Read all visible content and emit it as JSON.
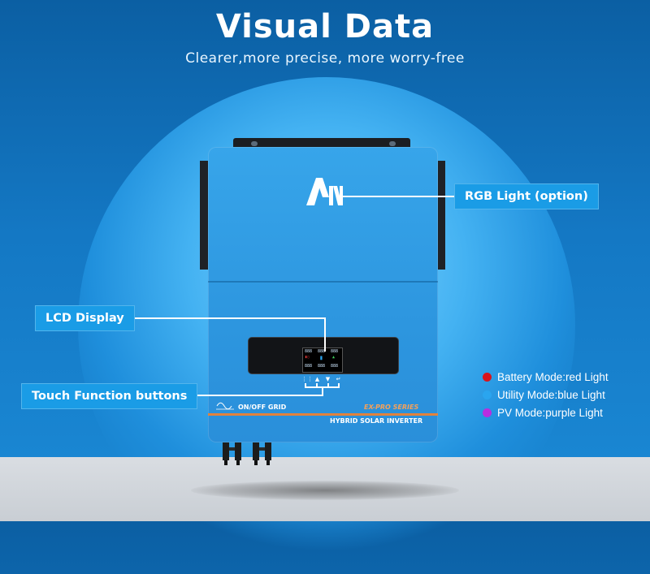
{
  "header": {
    "title": "Visual Data",
    "subtitle": "Clearer,more precise, more worry-free"
  },
  "device": {
    "logo_text": "AN",
    "panel_left_label": "ON/OFF GRID",
    "series_label": "EX-PRO SERIES",
    "model_label": "HYBRID SOLAR INVERTER",
    "touch_buttons": [
      "menu-icon",
      "up-arrow-icon",
      "down-arrow-icon",
      "enter-icon"
    ]
  },
  "callouts": {
    "rgb": "RGB Light (option)",
    "lcd": "LCD Display",
    "touch": "Touch Function buttons"
  },
  "legend": [
    {
      "label": "Battery Mode:red Light",
      "color": "#d9141c"
    },
    {
      "label": "Utility Mode:blue Light",
      "color": "#2aa5ef"
    },
    {
      "label": "PV Mode:purple Light",
      "color": "#b92ee0"
    }
  ]
}
